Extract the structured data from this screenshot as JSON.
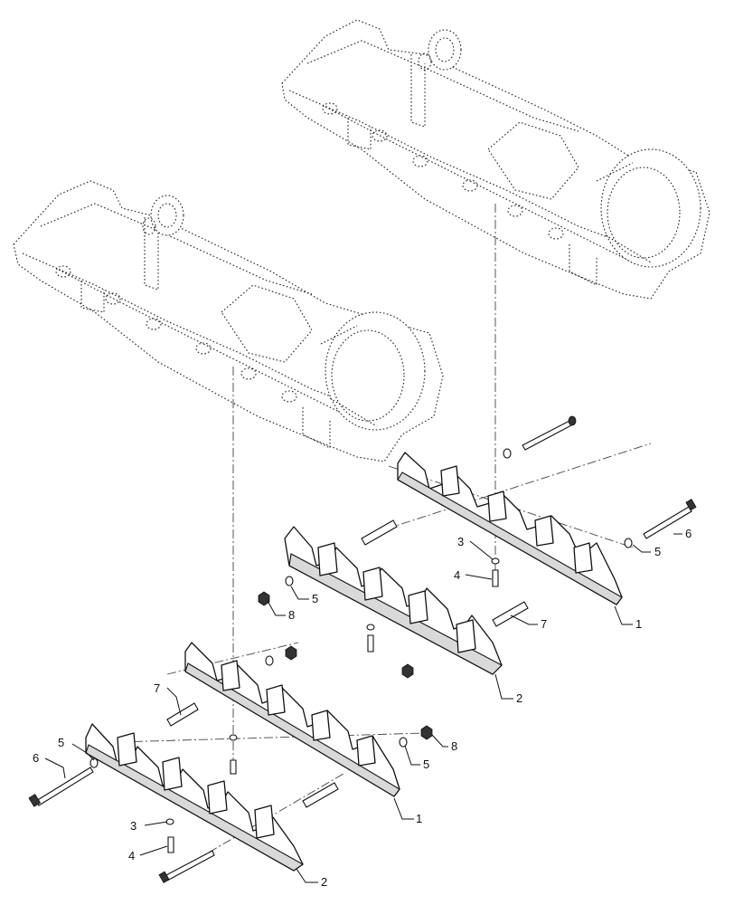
{
  "callouts": [
    {
      "id": "c1a",
      "text": "1"
    },
    {
      "id": "c1b",
      "text": "1"
    },
    {
      "id": "c2a",
      "text": "2"
    },
    {
      "id": "c2b",
      "text": "2"
    },
    {
      "id": "c3a",
      "text": "3"
    },
    {
      "id": "c3b",
      "text": "3"
    },
    {
      "id": "c4a",
      "text": "4"
    },
    {
      "id": "c4b",
      "text": "4"
    },
    {
      "id": "c5a",
      "text": "5"
    },
    {
      "id": "c5b",
      "text": "5"
    },
    {
      "id": "c5c",
      "text": "5"
    },
    {
      "id": "c5d",
      "text": "5"
    },
    {
      "id": "c6a",
      "text": "6"
    },
    {
      "id": "c6b",
      "text": "6"
    },
    {
      "id": "c7a",
      "text": "7"
    },
    {
      "id": "c7b",
      "text": "7"
    },
    {
      "id": "c8a",
      "text": "8"
    },
    {
      "id": "c8b",
      "text": "8"
    }
  ]
}
